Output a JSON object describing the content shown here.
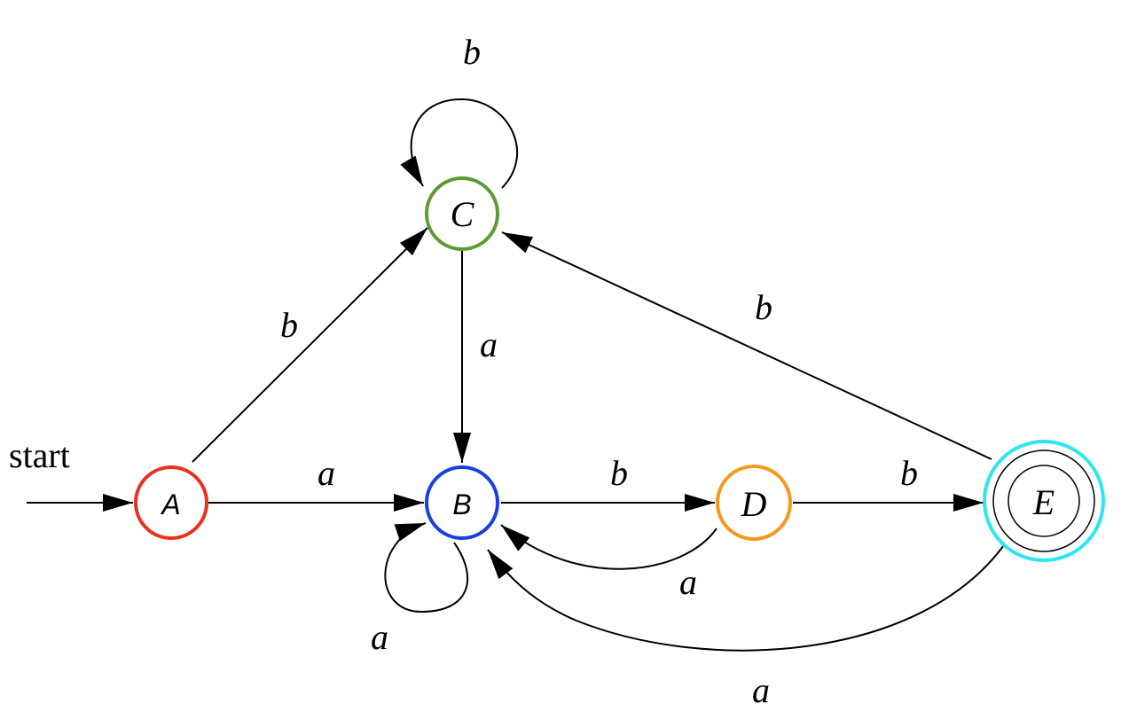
{
  "start_label": "start",
  "states": [
    {
      "id": "A",
      "label": "A",
      "color": "#e8321e",
      "accepting": false,
      "italic_serif": false
    },
    {
      "id": "B",
      "label": "B",
      "color": "#1a3fe0",
      "accepting": false,
      "italic_serif": false
    },
    {
      "id": "C",
      "label": "C",
      "color": "#5e9a35",
      "accepting": false,
      "italic_serif": true
    },
    {
      "id": "D",
      "label": "D",
      "color": "#f39a1e",
      "accepting": false,
      "italic_serif": true
    },
    {
      "id": "E",
      "label": "E",
      "color": "#2ee6f0",
      "accepting": true,
      "italic_serif": true
    }
  ],
  "transitions": [
    {
      "from": "A",
      "to": "C",
      "symbol": "b"
    },
    {
      "from": "A",
      "to": "B",
      "symbol": "a"
    },
    {
      "from": "C",
      "to": "C",
      "symbol": "b"
    },
    {
      "from": "C",
      "to": "B",
      "symbol": "a"
    },
    {
      "from": "B",
      "to": "B",
      "symbol": "a"
    },
    {
      "from": "B",
      "to": "D",
      "symbol": "b"
    },
    {
      "from": "D",
      "to": "B",
      "symbol": "a"
    },
    {
      "from": "D",
      "to": "E",
      "symbol": "b"
    },
    {
      "from": "E",
      "to": "C",
      "symbol": "b"
    },
    {
      "from": "E",
      "to": "B",
      "symbol": "a"
    }
  ]
}
